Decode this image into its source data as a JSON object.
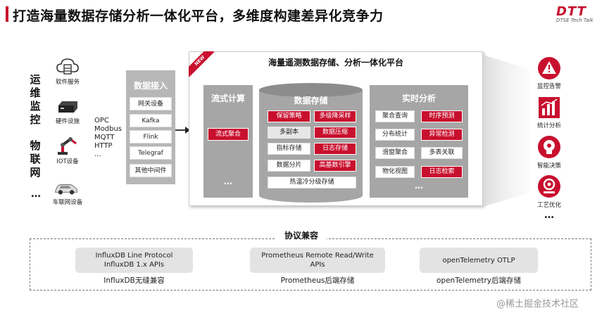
{
  "header": {
    "title": "打造海量数据存储分析一体化平台，多维度构建差异化竞争力",
    "logo_main": "DTT",
    "logo_sub": "DTSE Tech Talk"
  },
  "left": {
    "vertical_label_top": "运维监控",
    "vertical_label_bottom": "物联网",
    "ellipsis": "…",
    "sources": [
      "软件服务",
      "硬件设施",
      "IOT设备",
      "车联网设备"
    ],
    "protocols": [
      "OPC",
      "Modbus",
      "MQTT",
      "HTTP",
      "..."
    ]
  },
  "data_access": {
    "title": "数据接入",
    "items": [
      "网关设备",
      "Kafka",
      "Flink",
      "Telegraf",
      "其他中间件"
    ]
  },
  "platform": {
    "badge": "NEW",
    "title": "海量遥测数据存储、分析一体化平台",
    "stream": {
      "title": "流式计算",
      "item": "流式聚合",
      "dots": "…"
    },
    "storage": {
      "title": "数据存储",
      "left_items": [
        "保留策略",
        "多副本",
        "指标存储",
        "数据分片"
      ],
      "right_items": [
        "多级降采样",
        "数据压缩",
        "日志存储",
        "高基数引擎"
      ],
      "bottom": "热温冷分级存储"
    },
    "analysis": {
      "title": "实时分析",
      "left_items": [
        "聚合查询",
        "分布统计",
        "滑窗聚合",
        "物化视图"
      ],
      "right_items": [
        "时序预测",
        "异常检测",
        "多表关联",
        "日志检索"
      ],
      "dots": "…"
    }
  },
  "right": {
    "items": [
      "监控告警",
      "统计分析",
      "智能决策",
      "工艺优化"
    ],
    "dots": "…"
  },
  "compat": {
    "title": "协议兼容",
    "boxes": [
      {
        "line1": "InfluxDB Line Protocol",
        "line2": "InfluxDB 1.x APIs",
        "caption": "InfluxDB无缝兼容"
      },
      {
        "line1": "Prometheus Remote Read/Write",
        "line2": "APIs",
        "caption": "Prometheus后端存储"
      },
      {
        "line1": "openTelemetry OTLP",
        "line2": "",
        "caption": "openTelemetry后端存储"
      }
    ]
  },
  "watermark": "@稀土掘金技术社区",
  "colors": {
    "accent": "#c8102e",
    "panel_gray": "#a6a6a6",
    "access_gray": "#b7b7b7"
  }
}
